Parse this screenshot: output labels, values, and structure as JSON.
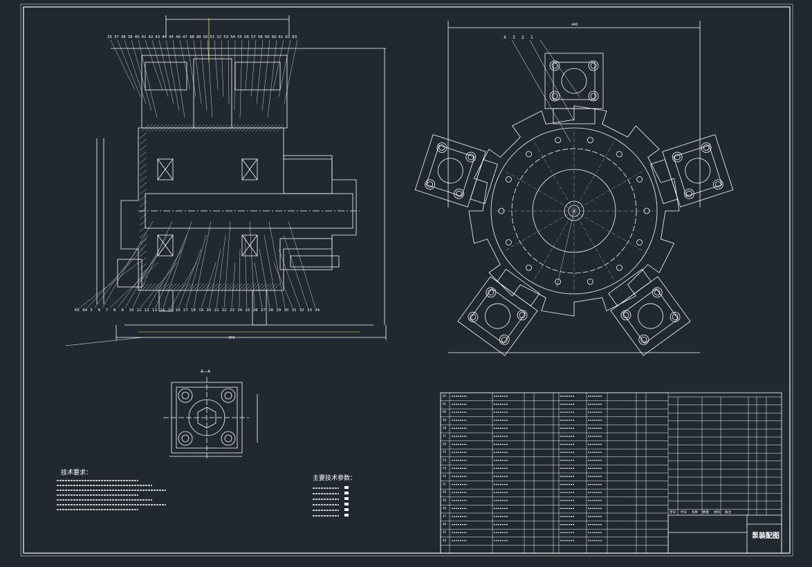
{
  "drawing": {
    "title_block_label": "泵装配图",
    "tech_requirements_title": "技术要求：",
    "main_params_title": "主要技术参数：",
    "section_label": "A—A",
    "dimension_big_left": "350",
    "dimension_big_right": "440",
    "balloons_top_left": [
      "35",
      "37",
      "38",
      "39",
      "40",
      "41",
      "42",
      "43",
      "44",
      "45",
      "46",
      "47",
      "48",
      "49",
      "50",
      "51",
      "52",
      "53",
      "54",
      "55",
      "56",
      "57",
      "58",
      "59",
      "60",
      "61",
      "62",
      "63"
    ],
    "balloons_bottom_left": [
      "65",
      "64",
      "5",
      "6",
      "7",
      "8",
      "9",
      "10",
      "11",
      "12",
      "13",
      "14",
      "15",
      "16",
      "17",
      "18",
      "19",
      "20",
      "21",
      "22",
      "23",
      "24",
      "25",
      "26",
      "27",
      "28",
      "29",
      "30",
      "31",
      "32",
      "33",
      "34"
    ],
    "balloons_right": [
      "4",
      "3",
      "2",
      "1"
    ],
    "parts_column_headers": [
      "序号",
      "代号",
      "名称",
      "数量",
      "材料",
      "备注"
    ],
    "colors": {
      "background": "#212830",
      "lines": "#ffffff",
      "yellow": "#e8e85a"
    }
  }
}
